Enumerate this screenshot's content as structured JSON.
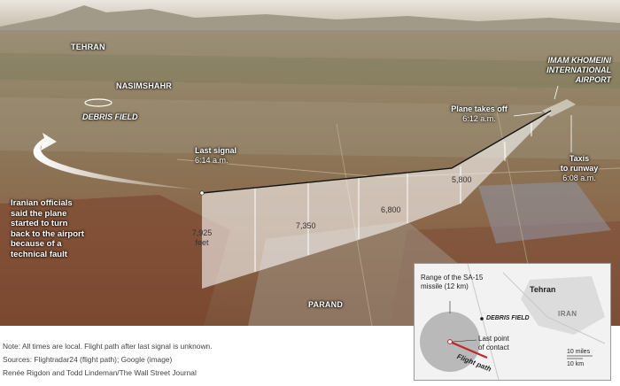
{
  "map": {
    "places": {
      "tehran": "TEHRAN",
      "nasimshahr": "NASIMSHAHR",
      "debris_field": "DEBRIS FIELD",
      "parand": "PARAND",
      "airport_line1": "IMAM KHOMEINI",
      "airport_line2": "INTERNATIONAL",
      "airport_line3": "AIRPORT"
    },
    "events": {
      "takeoff_label": "Plane takes off",
      "takeoff_time": "6:12 a.m.",
      "taxi_label1": "Taxis",
      "taxi_label2": "to runway",
      "taxi_time": "6:08 a.m.",
      "last_signal_label": "Last signal",
      "last_signal_time": "6:14 a.m."
    },
    "altitudes": {
      "a1": "7,925",
      "a1_unit": "feet",
      "a2": "7,350",
      "a3": "6,800",
      "a4": "5,800"
    },
    "annotation": {
      "line1": "Iranian officials",
      "line2": "said the plane",
      "line3": "started to turn",
      "line4": "back to the airport",
      "line5": "because of a",
      "line6": "technical fault"
    }
  },
  "notes": {
    "line1": "Note: All times are local. Flight path after last signal is unknown.",
    "line2": "Sources: Flightradar24 (flight path); Google (image)",
    "line3": "Renée Rigdon and Todd Lindeman/The Wall Street Journal"
  },
  "inset": {
    "range_line1": "Range of the SA-15",
    "range_line2": "missile (12 km)",
    "tehran": "Tehran",
    "iran": "IRAN",
    "debris_field": "DEBRIS FIELD",
    "contact_line1": "Last point",
    "contact_line2": "of contact",
    "flight_path": "Flight path",
    "scale_miles": "10 miles",
    "scale_km": "10 km"
  },
  "colors": {
    "flight_path": "#c0262b",
    "range_circle": "#8a8a8a",
    "curtain": "#ffffff"
  }
}
